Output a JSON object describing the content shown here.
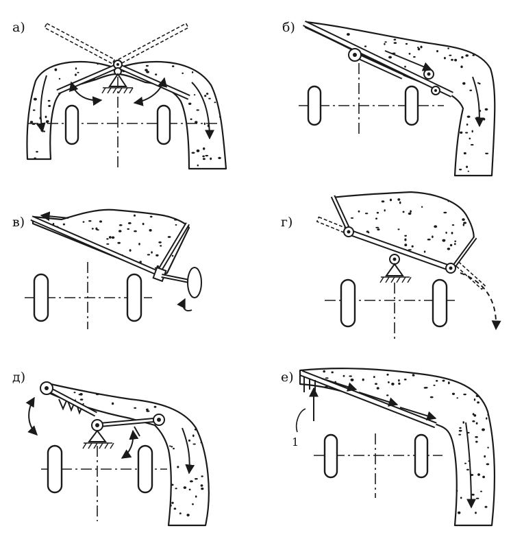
{
  "figure": {
    "panels": [
      {
        "id": "a",
        "label": "а)"
      },
      {
        "id": "b",
        "label": "б)"
      },
      {
        "id": "v",
        "label": "в)"
      },
      {
        "id": "g",
        "label": "г)"
      },
      {
        "id": "d",
        "label": "д)"
      },
      {
        "id": "e",
        "label": "е)"
      }
    ],
    "callout": "1"
  },
  "colors": {
    "ink": "#1a1a1a",
    "background": "#ffffff"
  }
}
